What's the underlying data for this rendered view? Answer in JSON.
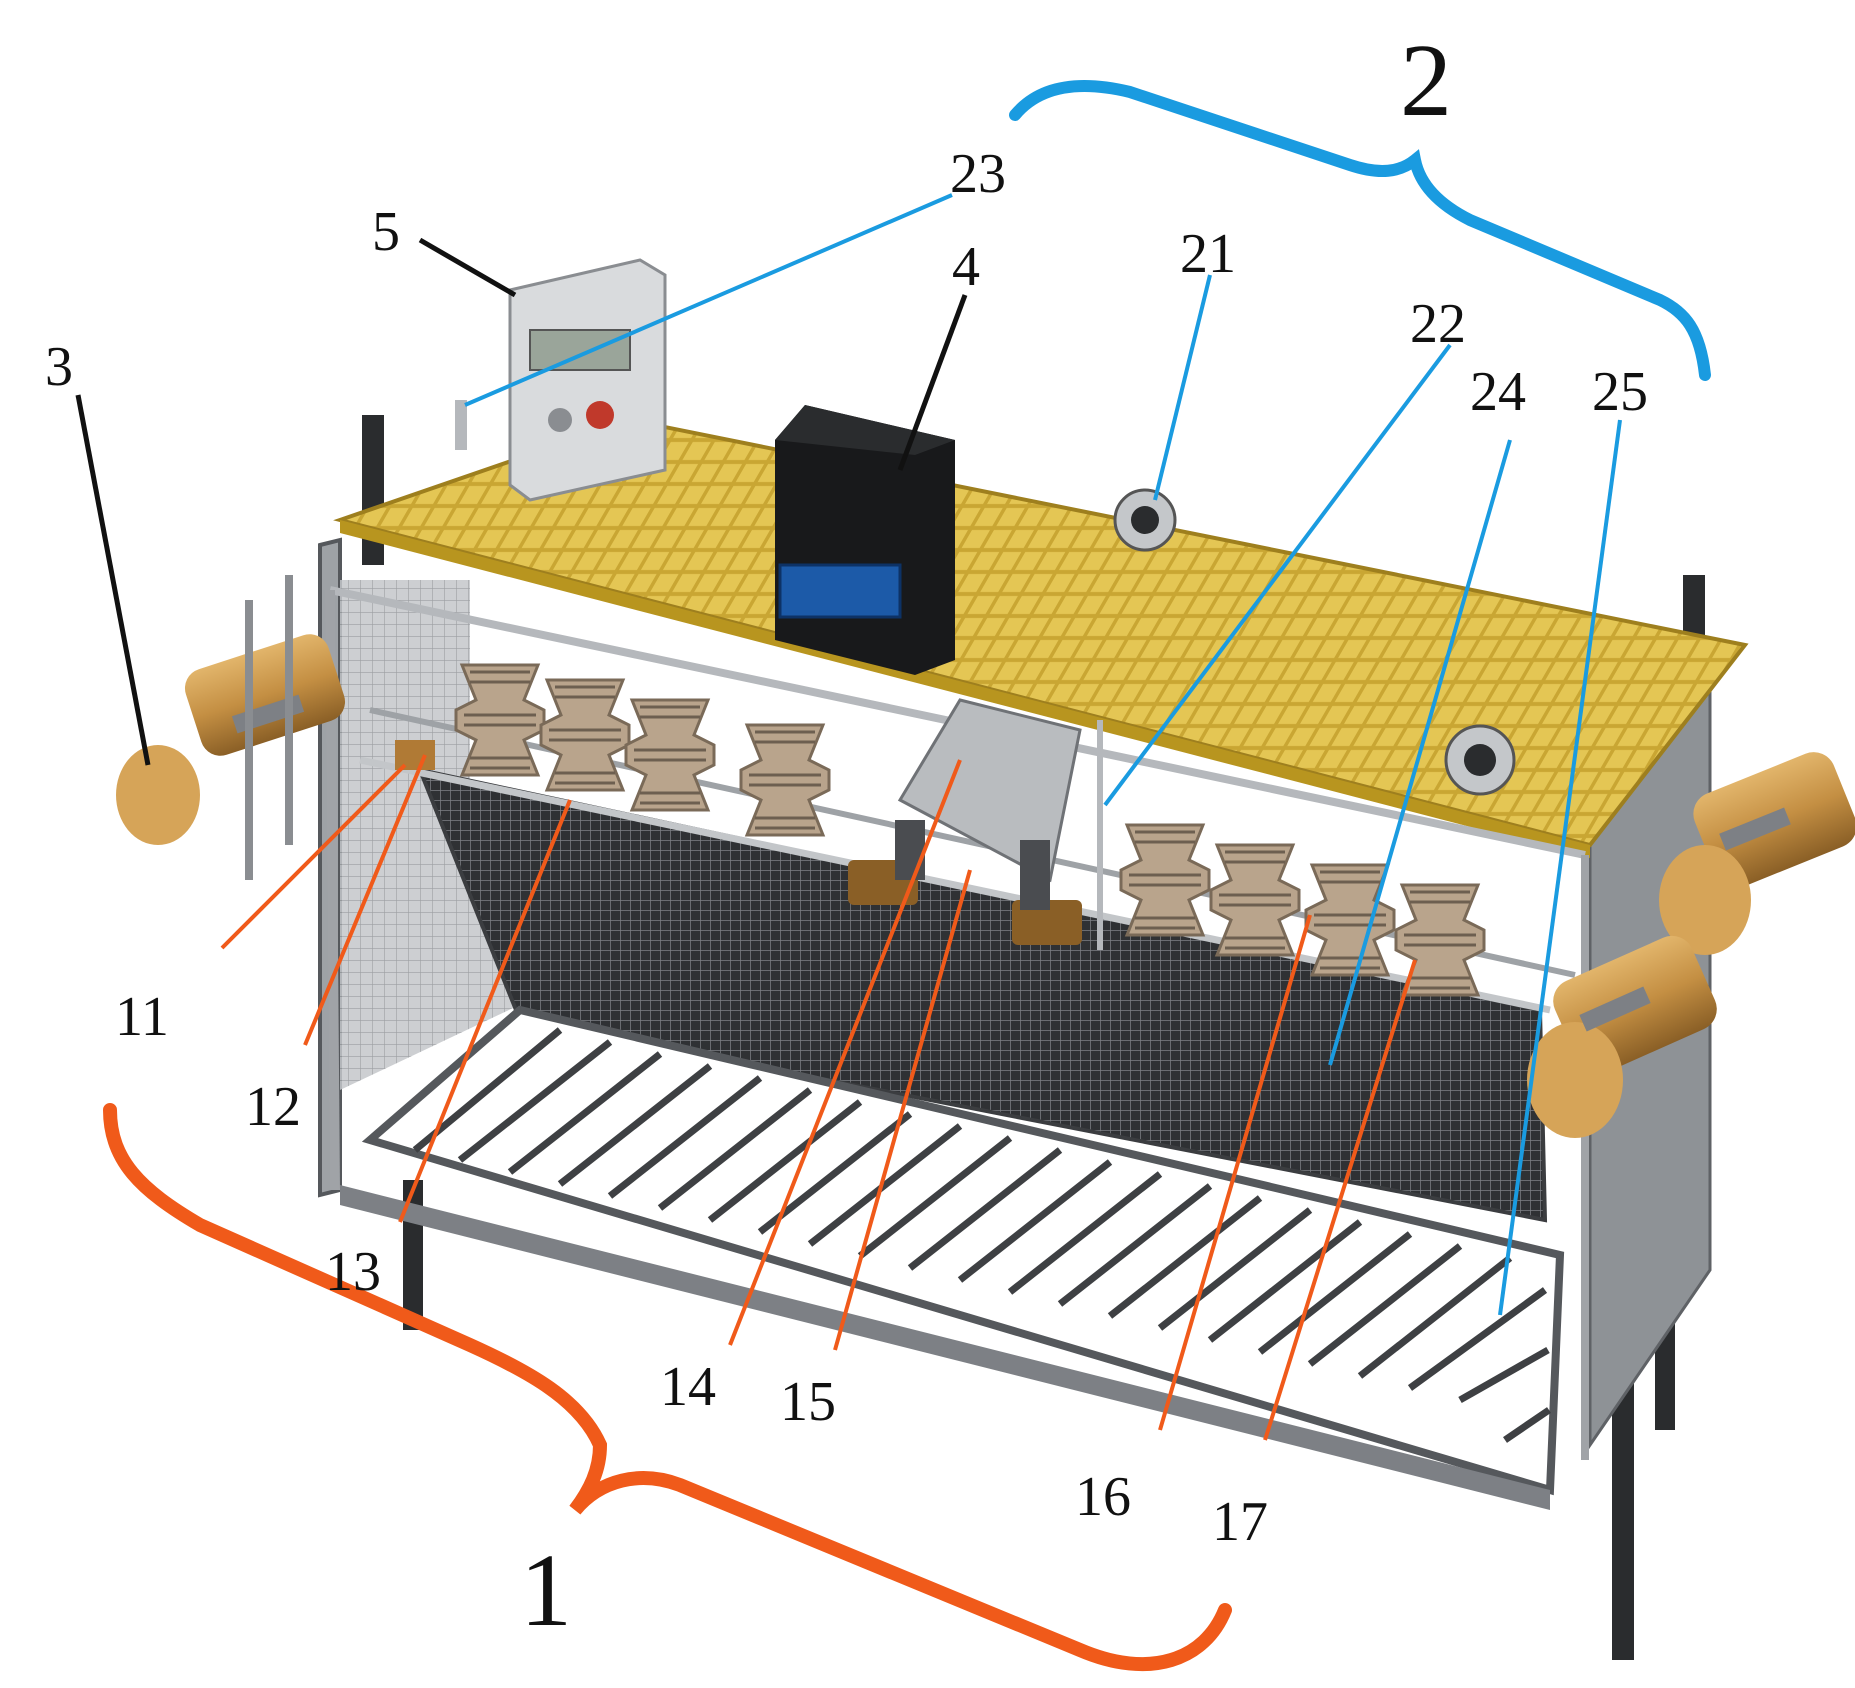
{
  "figure": {
    "group_labels": {
      "group_1": "1",
      "group_2": "2"
    },
    "callouts": {
      "c3": "3",
      "c4": "4",
      "c5": "5",
      "c11": "11",
      "c12": "12",
      "c13": "13",
      "c14": "14",
      "c15": "15",
      "c16": "16",
      "c17": "17",
      "c21": "21",
      "c22": "22",
      "c23": "23",
      "c24": "24",
      "c25": "25"
    },
    "colors": {
      "leader_black": "#111111",
      "leader_blue": "#1a9be0",
      "leader_orange": "#f05a1a",
      "grating_yellow": "#d3b23c",
      "cylinder_tan": "#c8974b",
      "frame_grey": "#9a9ea3",
      "mesh_dark": "#3b3d40"
    },
    "icons": [
      "control-box-icon",
      "black-device-icon",
      "blower-fan-icon",
      "tan-cylinder-icon",
      "wheel-rotor-icon"
    ]
  }
}
